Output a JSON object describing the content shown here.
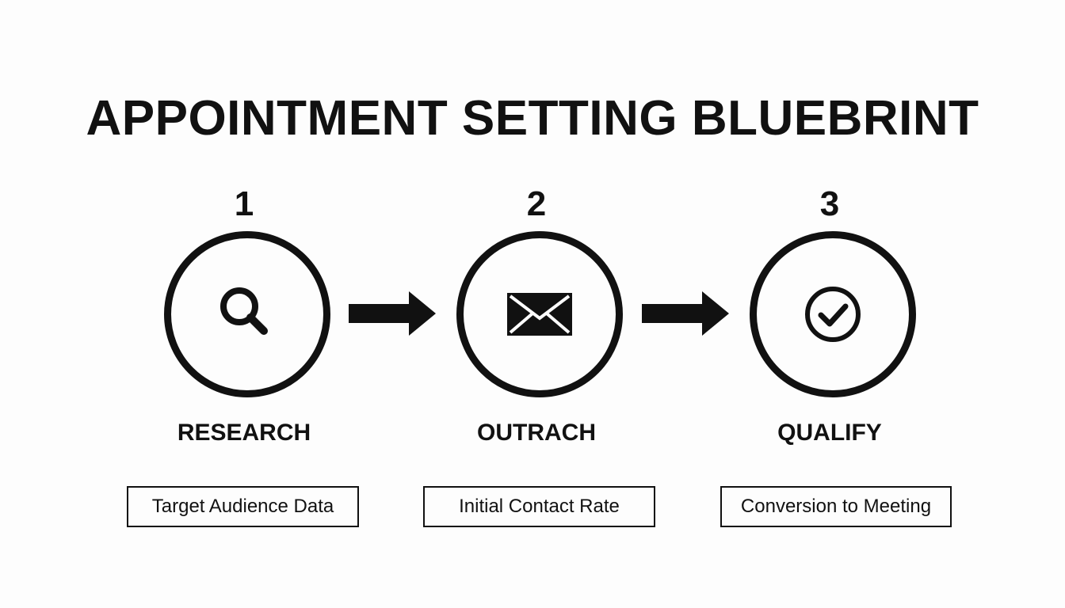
{
  "title": "APPOINTMENT SETTING BLUEBRINT",
  "steps": [
    {
      "number": "1",
      "icon": "magnifying-glass-icon",
      "label": "RESEARCH",
      "metric": "Target Audience Data"
    },
    {
      "number": "2",
      "icon": "envelope-icon",
      "label": "OUTRACH",
      "metric": "Initial Contact Rate"
    },
    {
      "number": "3",
      "icon": "check-circle-icon",
      "label": "QUALIFY",
      "metric": "Conversion to Meeting"
    }
  ],
  "colors": {
    "ink": "#111111",
    "background": "#fdfdfd"
  }
}
